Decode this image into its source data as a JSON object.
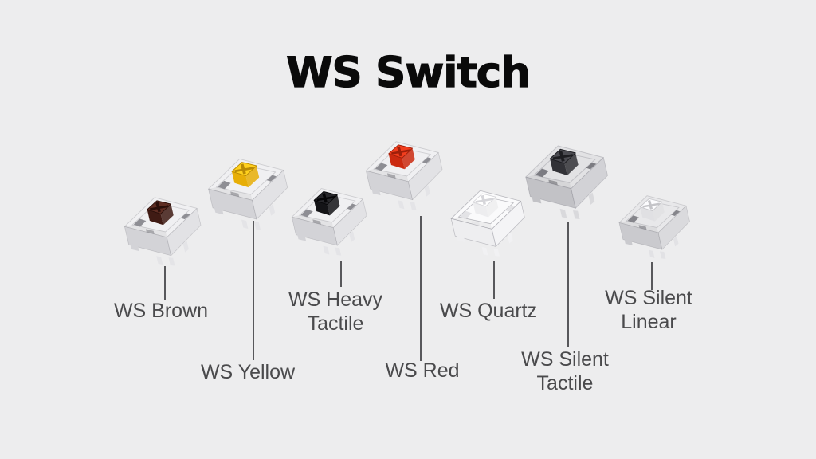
{
  "title": "WS Switch",
  "colors": {
    "background": "#ededee",
    "title": "#0a0a0a",
    "label": "#4a4a4c",
    "line": "#58585b"
  },
  "switches": [
    {
      "label": "WS Brown",
      "colors": {
        "housing_top": "#f0f0f2",
        "housing_left": "#d3d3d7",
        "housing_right": "#e2e2e5",
        "stem_top": "#5e2d23",
        "stem_side": "#401b14",
        "stem_dark": "#2a0f0a",
        "hole": "#8e8e94",
        "pin": "#e4e4e7",
        "edge": "rgba(70,70,80,0.20)"
      }
    },
    {
      "label": "WS Yellow",
      "colors": {
        "housing_top": "#f0f0f2",
        "housing_left": "#d3d3d7",
        "housing_right": "#e2e2e5",
        "stem_top": "#ffd01e",
        "stem_side": "#e7ae07",
        "stem_dark": "#b98a05",
        "hole": "#8e8e94",
        "pin": "#e4e4e7",
        "edge": "rgba(70,70,80,0.20)"
      }
    },
    {
      "label": "WS Heavy\nTactile",
      "colors": {
        "housing_top": "#f0f0f2",
        "housing_left": "#d3d3d7",
        "housing_right": "#e2e2e5",
        "stem_top": "#27272b",
        "stem_side": "#141417",
        "stem_dark": "#050507",
        "hole": "#8e8e94",
        "pin": "#e4e4e7",
        "edge": "rgba(70,70,80,0.20)"
      }
    },
    {
      "label": "WS Red",
      "colors": {
        "housing_top": "#f0f0f2",
        "housing_left": "#d3d3d7",
        "housing_right": "#e2e2e5",
        "stem_top": "#f23e1e",
        "stem_side": "#cb2a10",
        "stem_dark": "#9e1f0a",
        "hole": "#8e8e94",
        "pin": "#e4e4e7",
        "edge": "rgba(70,70,80,0.20)"
      }
    },
    {
      "label": "WS Quartz",
      "colors": {
        "housing_top": "#fafafb",
        "housing_left": "#eeeef0",
        "housing_right": "#f4f4f6",
        "stem_top": "#ffffff",
        "stem_side": "#ededef",
        "stem_dark": "#d6d6da",
        "hole": "#e3e3e6",
        "pin": "#f1f1f3",
        "edge": "rgba(140,140,150,0.55)"
      }
    },
    {
      "label": "WS Silent\nTactile",
      "colors": {
        "housing_top": "#e2e2e4",
        "housing_left": "#c2c2c6",
        "housing_right": "#d2d2d6",
        "stem_top": "#4b4b51",
        "stem_side": "#323237",
        "stem_dark": "#1d1d21",
        "hole": "#7c7c82",
        "pin": "#d9d9dc",
        "edge": "rgba(70,70,80,0.22)"
      }
    },
    {
      "label": "WS Silent\nLinear",
      "colors": {
        "housing_top": "#e8e8ea",
        "housing_left": "#cacace",
        "housing_right": "#dadadd",
        "stem_top": "#fcfcfe",
        "stem_side": "#e0e0e3",
        "stem_dark": "#c4c4c8",
        "hole": "#85858b",
        "pin": "#e2e2e5",
        "edge": "rgba(70,70,80,0.20)"
      }
    }
  ]
}
